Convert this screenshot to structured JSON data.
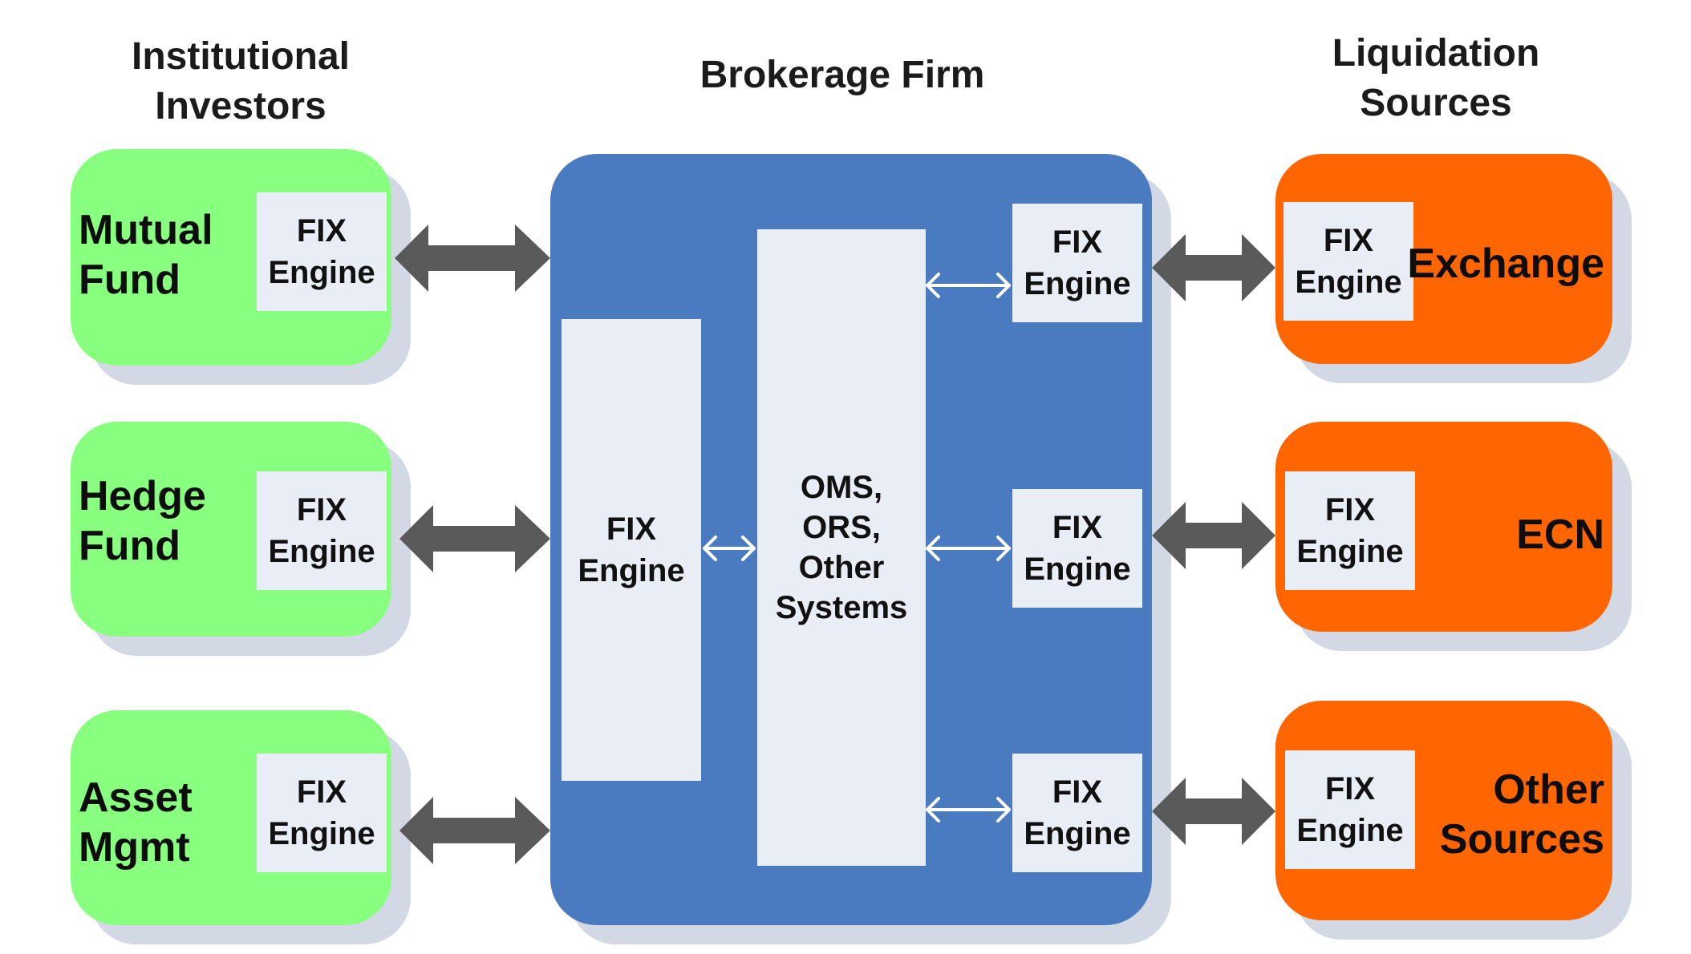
{
  "headings": {
    "institutional": "Institutional\nInvestors",
    "brokerage": "Brokerage Firm",
    "liquidation": "Liquidation\nSources"
  },
  "investors": [
    {
      "name": "Mutual\nFund",
      "engine": "FIX\nEngine"
    },
    {
      "name": "Hedge\nFund",
      "engine": "FIX\nEngine"
    },
    {
      "name": "Asset\nMgmt",
      "engine": "FIX\nEngine"
    }
  ],
  "brokerage": {
    "front_engine": "FIX\nEngine",
    "systems": "OMS,\nORS,\nOther\nSystems",
    "out_engines": [
      "FIX\nEngine",
      "FIX\nEngine",
      "FIX\nEngine"
    ]
  },
  "sources": [
    {
      "name": "Exchange",
      "engine": "FIX\nEngine"
    },
    {
      "name": "ECN",
      "engine": "FIX\nEngine"
    },
    {
      "name": "Other\nSources",
      "engine": "FIX\nEngine"
    }
  ],
  "colors": {
    "investor": "#88ff7e",
    "brokerage": "#4a7abf",
    "source": "#ff6600",
    "engine_box": "#e9edf5",
    "thick_arrow": "#5a5a5a",
    "thin_arrow": "#ffffff"
  }
}
